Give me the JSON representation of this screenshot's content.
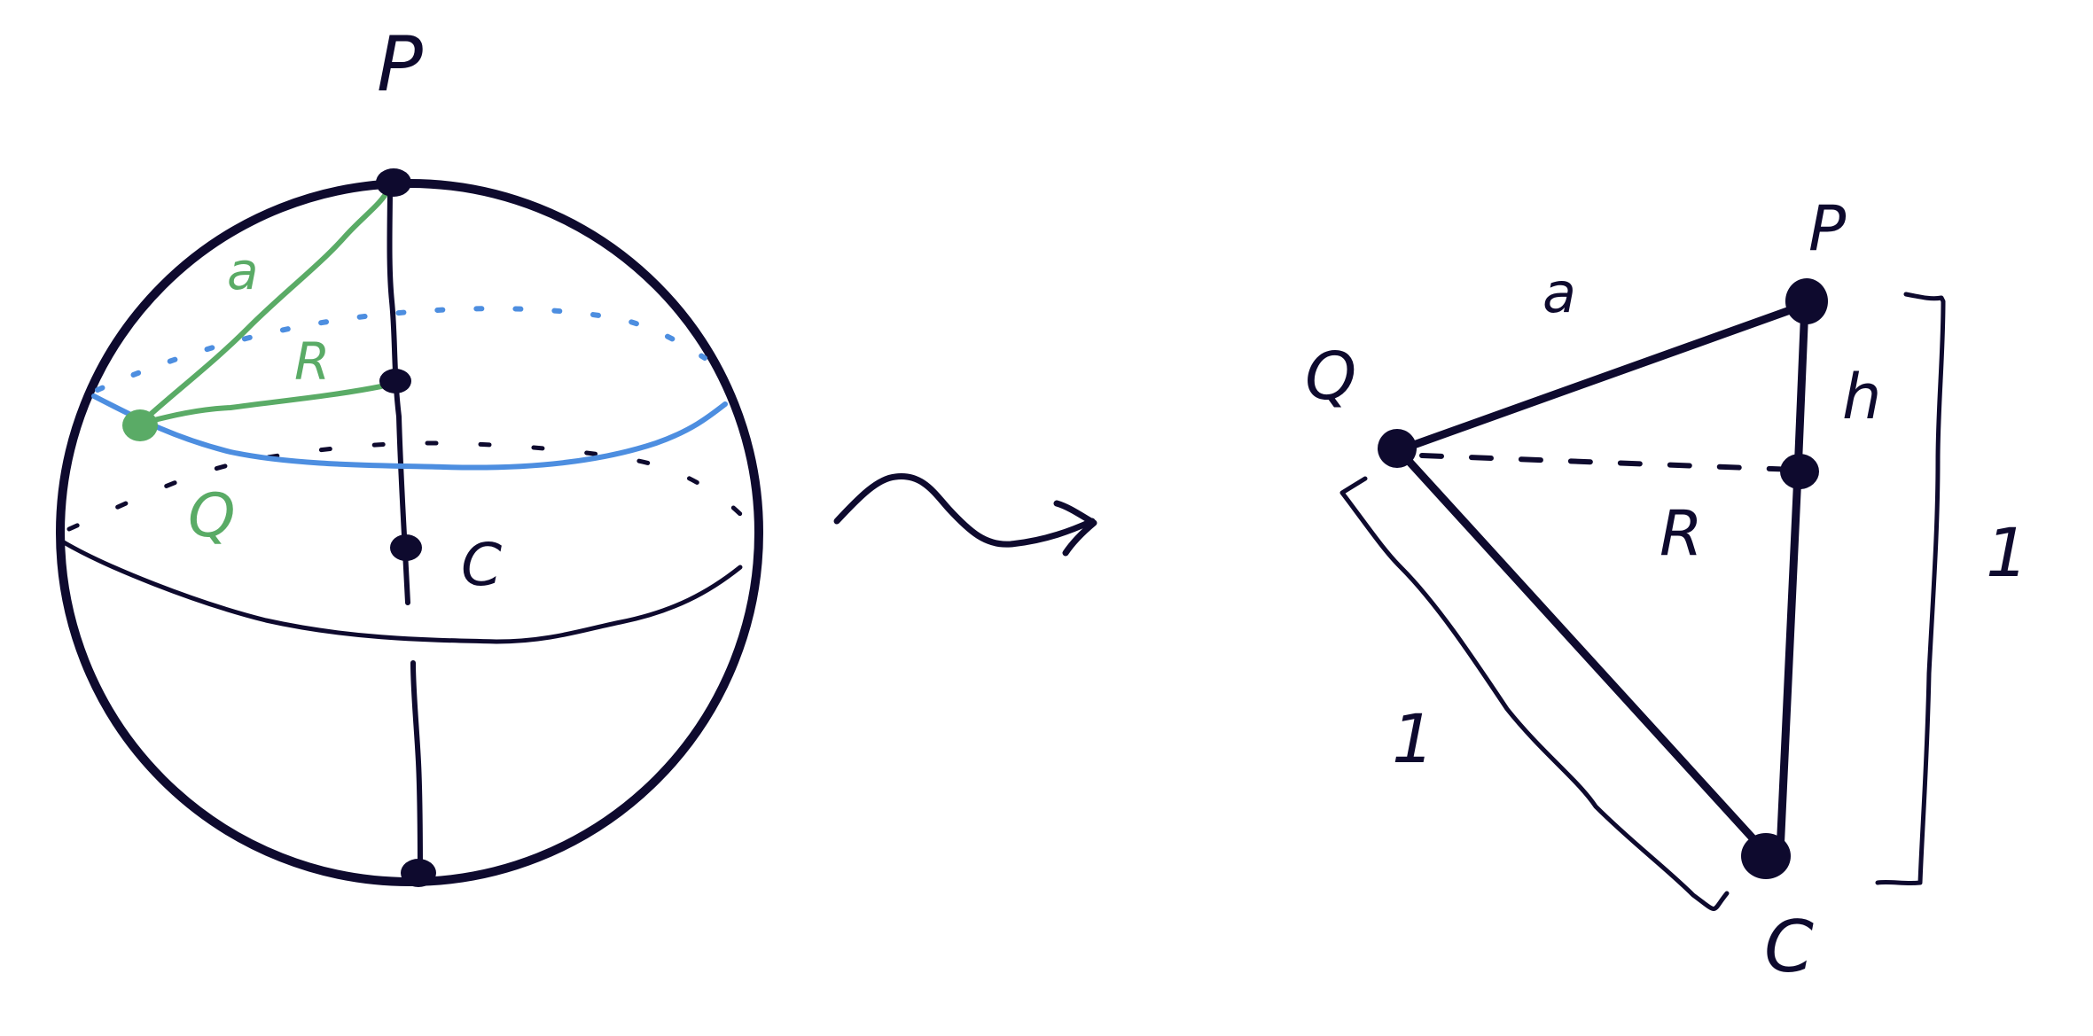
{
  "colors": {
    "ink": "#0e0a2e",
    "green": "#5aab66",
    "blue": "#4d8ee0",
    "background": "#ffffff"
  },
  "sphere": {
    "labels": {
      "pole": "P",
      "center": "C",
      "point_q": "Q",
      "point_r": "R",
      "arc_a": "a"
    }
  },
  "arrow": {
    "icon": "squiggle-arrow-icon"
  },
  "triangle": {
    "labels": {
      "vertex_p": "P",
      "vertex_q": "Q",
      "vertex_c": "C",
      "point_r": "R",
      "side_a": "a",
      "height_h": "h",
      "side_qc": "1",
      "side_pc": "1"
    }
  }
}
